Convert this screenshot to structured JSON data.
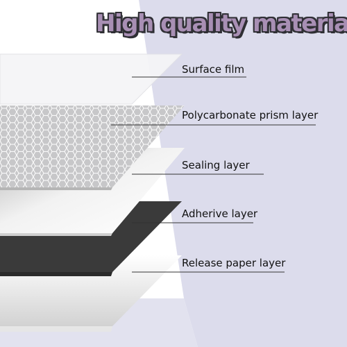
{
  "title": "High quality materials",
  "layers": [
    {
      "label": "Surface film",
      "fill": "#f4f4f6"
    },
    {
      "label": "Polycarbonate prism layer",
      "fill": "#cbcbcd"
    },
    {
      "label": "Sealing layer",
      "fill": "#e0e0e0"
    },
    {
      "label": "Adherive layer",
      "fill": "#3a3a3a"
    },
    {
      "label": "Release paper layer",
      "fill": "#f7f7f7"
    }
  ],
  "colors": {
    "title_fill": "#a88fb4",
    "title_outline": "#2f2f34",
    "backdrop": "#dcdcec",
    "leader_line": "#333333"
  }
}
